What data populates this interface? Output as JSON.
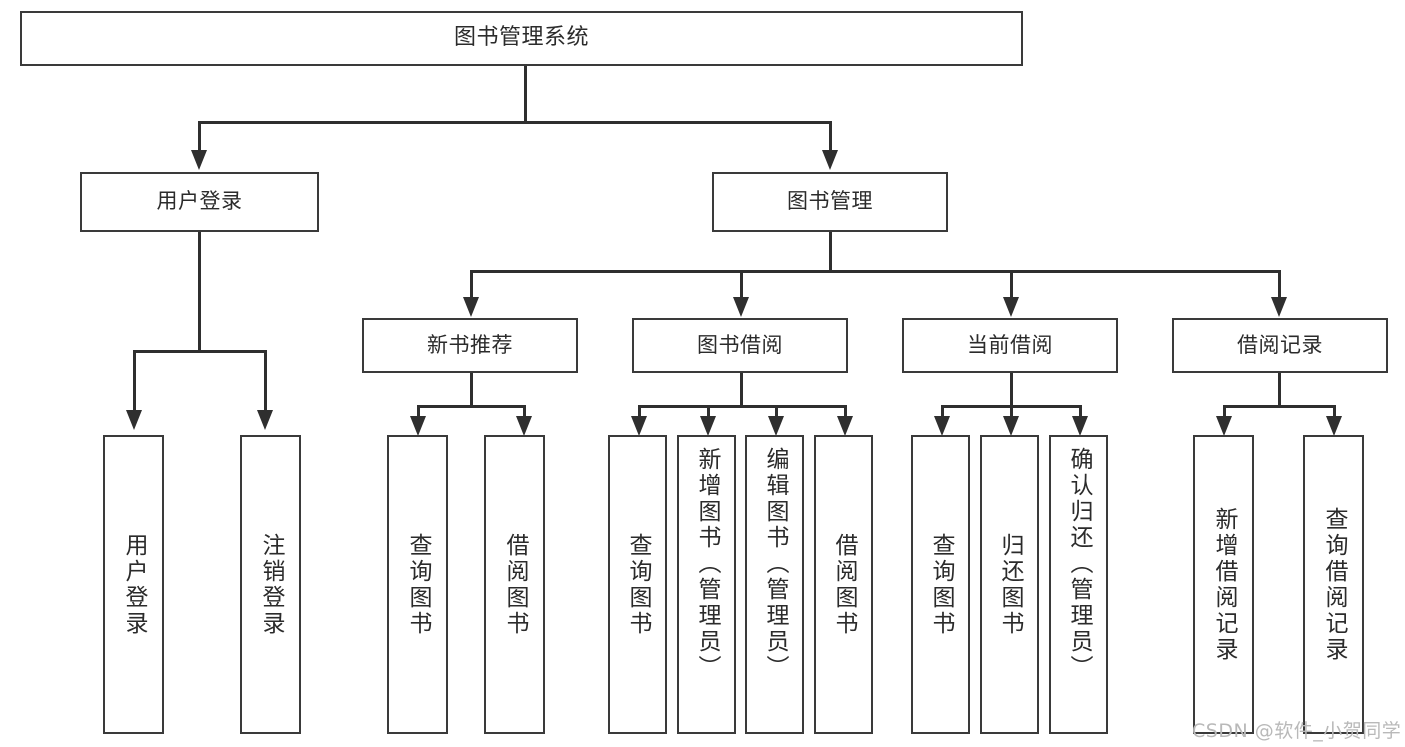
{
  "diagram": {
    "title": "图书管理系统",
    "watermark": "CSDN @软件_小贺同学",
    "colors": {
      "background": "#ffffff",
      "box_border": "#3a3a3a",
      "connector": "#2f2f2f",
      "text": "#2b2b2b",
      "watermark": "#b9b9b9"
    }
  },
  "nodes": {
    "root": {
      "label": "图书管理系统"
    },
    "level2": [
      {
        "label": "用户登录"
      },
      {
        "label": "图书管理"
      }
    ],
    "level3": [
      {
        "label": "新书推荐"
      },
      {
        "label": "图书借阅"
      },
      {
        "label": "当前借阅"
      },
      {
        "label": "借阅记录"
      }
    ],
    "leaves": {
      "user_login": [
        {
          "label": "用户登录"
        },
        {
          "label": "注销登录"
        }
      ],
      "new_book_recommend": [
        {
          "label": "查询图书"
        },
        {
          "label": "借阅图书"
        }
      ],
      "book_borrow": [
        {
          "label": "查询图书"
        },
        {
          "label": "新增图书（管理员）"
        },
        {
          "label": "编辑图书（管理员）"
        },
        {
          "label": "借阅图书"
        }
      ],
      "current_borrow": [
        {
          "label": "查询图书"
        },
        {
          "label": "归还图书"
        },
        {
          "label": "确认归还（管理员）"
        }
      ],
      "borrow_records": [
        {
          "label": "新增借阅记录"
        },
        {
          "label": "查询借阅记录"
        }
      ]
    }
  }
}
